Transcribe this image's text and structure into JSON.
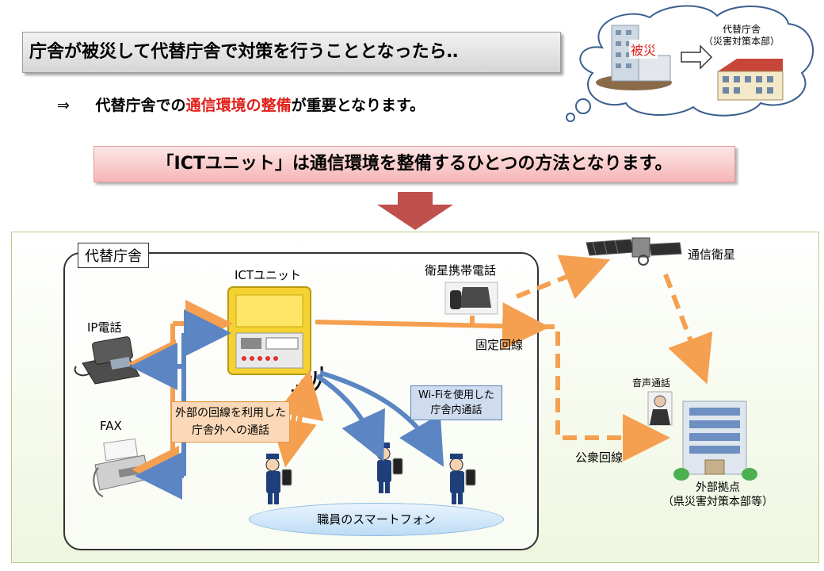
{
  "header": {
    "title": "庁舎が被災して代替庁舎で対策を行うこととなったら‥",
    "sub_arrow": "⇒",
    "sub_pre": "代替庁舎での",
    "sub_red": "通信環境の整備",
    "sub_post": "が重要となります。"
  },
  "thought": {
    "hisai": "被災",
    "alt_office": "代替庁舎\n（災害対策本部）"
  },
  "banner": "「ICTユニット」は通信環境を整備するひとつの方法となります。",
  "diagram": {
    "building_label": "代替庁舎",
    "ict_unit": "ICTユニット",
    "sat_phone": "衛星携帯電話",
    "satellite": "通信衛星",
    "ip_phone": "IP電話",
    "fax": "FAX",
    "fixed_line": "固定回線",
    "public_line": "公衆回線",
    "voice_call": "音声通話",
    "external_base": "外部拠点\n（県災害対策本部等）",
    "callout_orange": "外部の回線を利用した\n庁舎外への通話",
    "callout_blue": "Wi-Fiを使用した\n庁舎内通話",
    "smartphone_lane": "職員のスマートフォン"
  },
  "colors": {
    "orange": "#f5a050",
    "blue": "#5b86c3",
    "red_text": "#e0201b",
    "banner_arrow": "#c0504d"
  }
}
